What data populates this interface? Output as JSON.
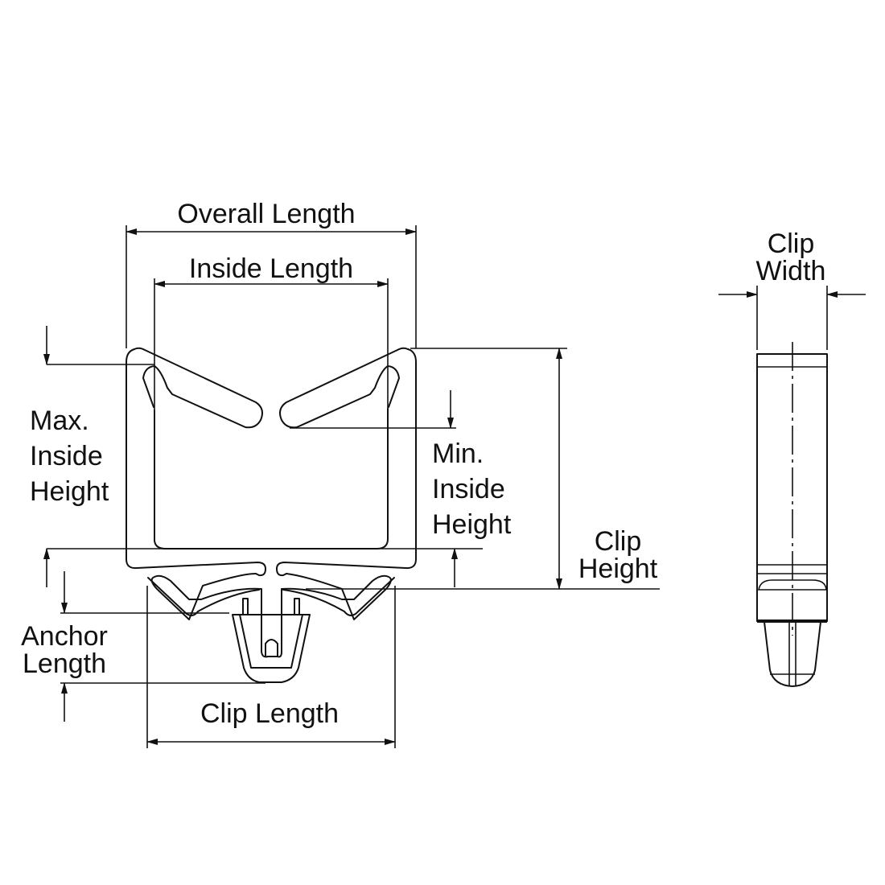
{
  "labels": {
    "overall_length": "Overall Length",
    "inside_length": "Inside Length",
    "max_inside_height": [
      "Max.",
      "Inside",
      "Height"
    ],
    "min_inside_height": [
      "Min.",
      "Inside",
      "Height"
    ],
    "clip_height": [
      "Clip",
      "Height"
    ],
    "anchor_length": [
      "Anchor",
      "Length"
    ],
    "clip_length": "Clip Length",
    "clip_width": [
      "Clip",
      "Width"
    ]
  }
}
